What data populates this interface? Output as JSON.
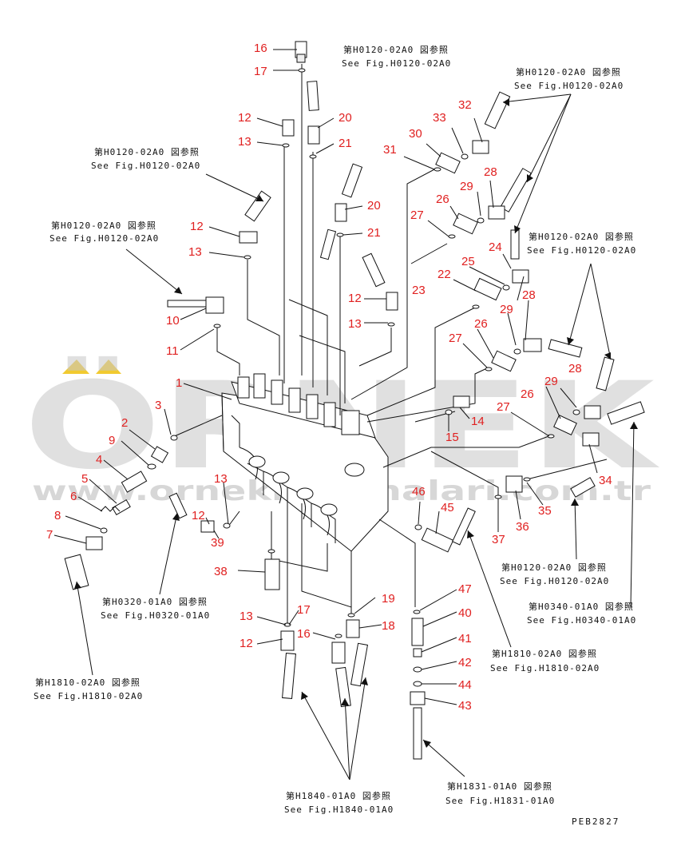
{
  "watermark": {
    "brand": "ÖRNEK",
    "site": "www.ornekmakinalari.com.tr",
    "accent": "#f0c419"
  },
  "drawing_code": "PEB2827",
  "references": [
    {
      "jp": "第H0120-02A0 図参照",
      "en": "See Fig.H0120-02A0"
    },
    {
      "jp": "第H0120-02A0 図参照",
      "en": "See Fig.H0120-02A0"
    },
    {
      "jp": "第H0120-02A0 図参照",
      "en": "See Fig.H0120-02A0"
    },
    {
      "jp": "第H0120-02A0 図参照",
      "en": "See Fig.H0120-02A0"
    },
    {
      "jp": "第H0120-02A0 図参照",
      "en": "See Fig.H0120-02A0"
    },
    {
      "jp": "第H0120-02A0 図参照",
      "en": "See Fig.H0120-02A0"
    },
    {
      "jp": "第H0340-01A0 図参照",
      "en": "See Fig.H0340-01A0"
    },
    {
      "jp": "第H0320-01A0 図参照",
      "en": "See Fig.H0320-01A0"
    },
    {
      "jp": "第H1810-02A0 図参照",
      "en": "See Fig.H1810-02A0"
    },
    {
      "jp": "第H1810-02A0 図参照",
      "en": "See Fig.H1810-02A0"
    },
    {
      "jp": "第H1840-01A0 図参照",
      "en": "See Fig.H1840-01A0"
    },
    {
      "jp": "第H1831-01A0 図参照",
      "en": "See Fig.H1831-01A0"
    }
  ],
  "callouts": [
    "16",
    "17",
    "12",
    "13",
    "20",
    "21",
    "20",
    "21",
    "12",
    "13",
    "12",
    "13",
    "10",
    "11",
    "1",
    "2",
    "3",
    "9",
    "4",
    "5",
    "6",
    "8",
    "7",
    "31",
    "30",
    "33",
    "32",
    "29",
    "28",
    "26",
    "27",
    "22",
    "23",
    "24",
    "25",
    "28",
    "29",
    "26",
    "27",
    "28",
    "29",
    "26",
    "27",
    "14",
    "15",
    "34",
    "35",
    "36",
    "37",
    "46",
    "45",
    "13",
    "12",
    "39",
    "38",
    "19",
    "17",
    "16",
    "18",
    "13",
    "12",
    "47",
    "40",
    "41",
    "42",
    "44",
    "43"
  ]
}
